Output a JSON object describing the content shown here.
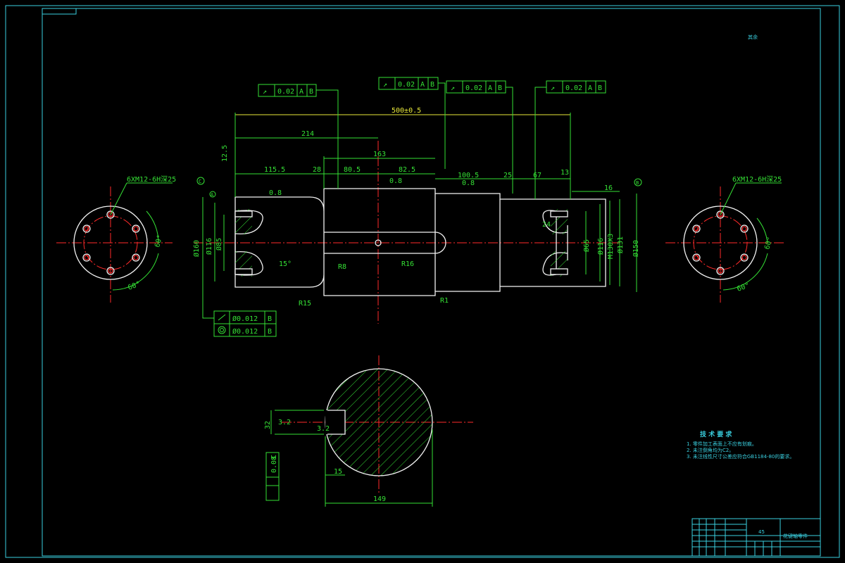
{
  "labels": {
    "thread_left": "6XM12-6H深25",
    "thread_right": "6XM12-6H深25",
    "angle_60_a": "60°",
    "angle_60_b": "60°",
    "angle_60_c": "60°",
    "angle_60_d": "60°",
    "datum_c": "C",
    "datum_a": "A",
    "datum_b": "B",
    "dim_500": "500±0.5",
    "dim_214": "214",
    "dim_163": "163",
    "dim_115": "115.5",
    "dim_28": "28",
    "dim_80": "80.5",
    "dim_82": "82.5",
    "dim_100": "100.5",
    "dim_25": "25",
    "dim_67": "67",
    "dim_13": "13",
    "dim_12": "12.5",
    "dim_16": "16",
    "dim_24": "24",
    "rough_a": "0.8",
    "rough_b": "0.8",
    "rough_c": "0.8",
    "radius_r8": "R8",
    "radius_r16": "R16",
    "radius_r15": "R15",
    "radius_r1": "R1",
    "angle_15": "15°",
    "dia_160": "Ø160",
    "dia_116l": "Ø116",
    "dia_85": "Ø85",
    "dia_65": "Ø65",
    "dia_116r": "Ø116",
    "thread_m130": "M130X3",
    "dia_131": "Ø131",
    "dia_150": "Ø150",
    "section_32": "32",
    "section_rough": "3.2",
    "section_15": "15",
    "section_149": "149",
    "corner_note": "其余"
  },
  "tolerance_frames": [
    {
      "sym": "↗",
      "val": "0.02",
      "d1": "A",
      "d2": "B"
    },
    {
      "sym": "↗",
      "val": "0.02",
      "d1": "A",
      "d2": "B"
    },
    {
      "sym": "↗",
      "val": "0.02",
      "d1": "A",
      "d2": "B"
    },
    {
      "sym": "↗",
      "val": "0.02",
      "d1": "A",
      "d2": "B"
    }
  ],
  "bottom_frames": {
    "f1_val": "Ø0.012",
    "f1_d": "B",
    "f2_val": "Ø0.012",
    "f2_d": "B",
    "vert_val": "0.08",
    "vert_d": "C"
  },
  "tech": {
    "title": "技 术 要 求",
    "items": [
      "1. 零件加工表面上不应有划痕。",
      "2. 未注倒角均为C2。",
      "3. 未注线性尺寸公差应符合GB1184-80的要求。"
    ]
  },
  "title_block": {
    "material": "45",
    "part_name": "花键轴零件"
  },
  "colors": {
    "green": "#35e035",
    "white": "#f2f2f2",
    "red": "#ff2a2a",
    "cyan": "#3ad0e0",
    "yellow": "#e8e83a"
  }
}
